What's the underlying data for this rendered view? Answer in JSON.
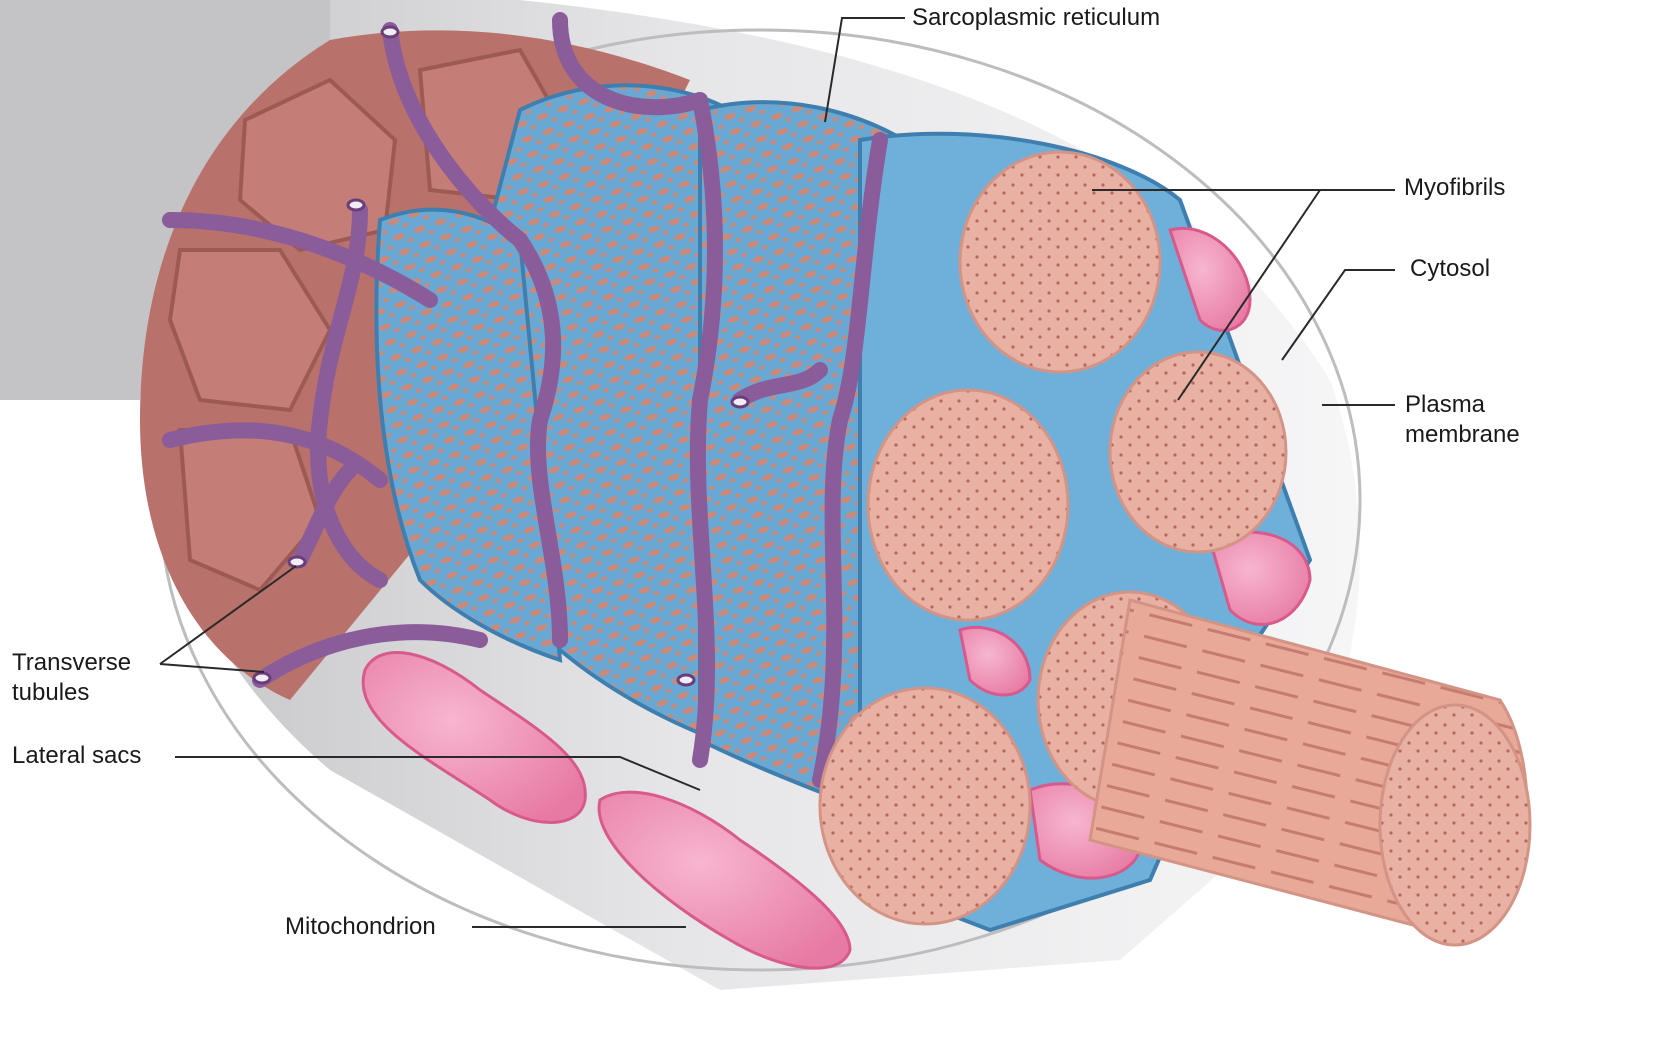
{
  "labels": {
    "sarcoplasmic_reticulum": "Sarcoplasmic reticulum",
    "myofibrils": "Myofibrils",
    "cytosol": "Cytosol",
    "plasma_membrane_line1": "Plasma",
    "plasma_membrane_line2": "membrane",
    "transverse_tubules_line1": "Transverse",
    "transverse_tubules_line2": "tubules",
    "lateral_sacs": "Lateral sacs",
    "mitochondrion": "Mitochondrion"
  },
  "colors": {
    "sheath": "#d4d4d6",
    "myofibril_end": "#e9b1a4",
    "myofibril_side": "#e5a696",
    "fascicle": "#b9716b",
    "sr_blue": "#6aaad6",
    "t_tubule_purple": "#8a5c9a",
    "mitochondrion_pink": "#ee8cb0"
  }
}
